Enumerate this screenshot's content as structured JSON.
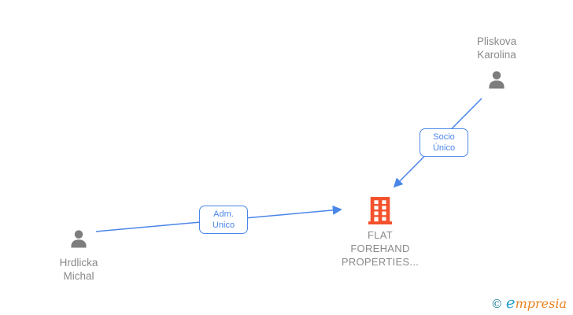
{
  "nodes": {
    "pliskova": {
      "label": "Pliskova Karolina",
      "icon": "person-icon"
    },
    "hrdlicka": {
      "label": "Hrdlicka Michal",
      "icon": "person-icon"
    },
    "company": {
      "label": "FLAT FOREHAND PROPERTIES...",
      "icon": "building-icon"
    }
  },
  "edges": {
    "socio": {
      "label": "Socio Único",
      "from": "Pliskova Karolina",
      "to": "FLAT FOREHAND PROPERTIES..."
    },
    "adm": {
      "label": "Adm. Unico",
      "from": "Hrdlicka Michal",
      "to": "FLAT FOREHAND PROPERTIES..."
    }
  },
  "logo": {
    "copyright": "©",
    "brand_initial": "e",
    "brand_rest": "mpresia"
  },
  "colors": {
    "edge_blue": "#4a86e8",
    "icon_gray": "#7d7d7d",
    "text_gray": "#8a8a8a",
    "company_orange": "#f4512c",
    "logo_copyright_teal": "#1c7f95",
    "logo_initial_blue": "#2a9fc9",
    "logo_text_orange": "#e8821e"
  }
}
